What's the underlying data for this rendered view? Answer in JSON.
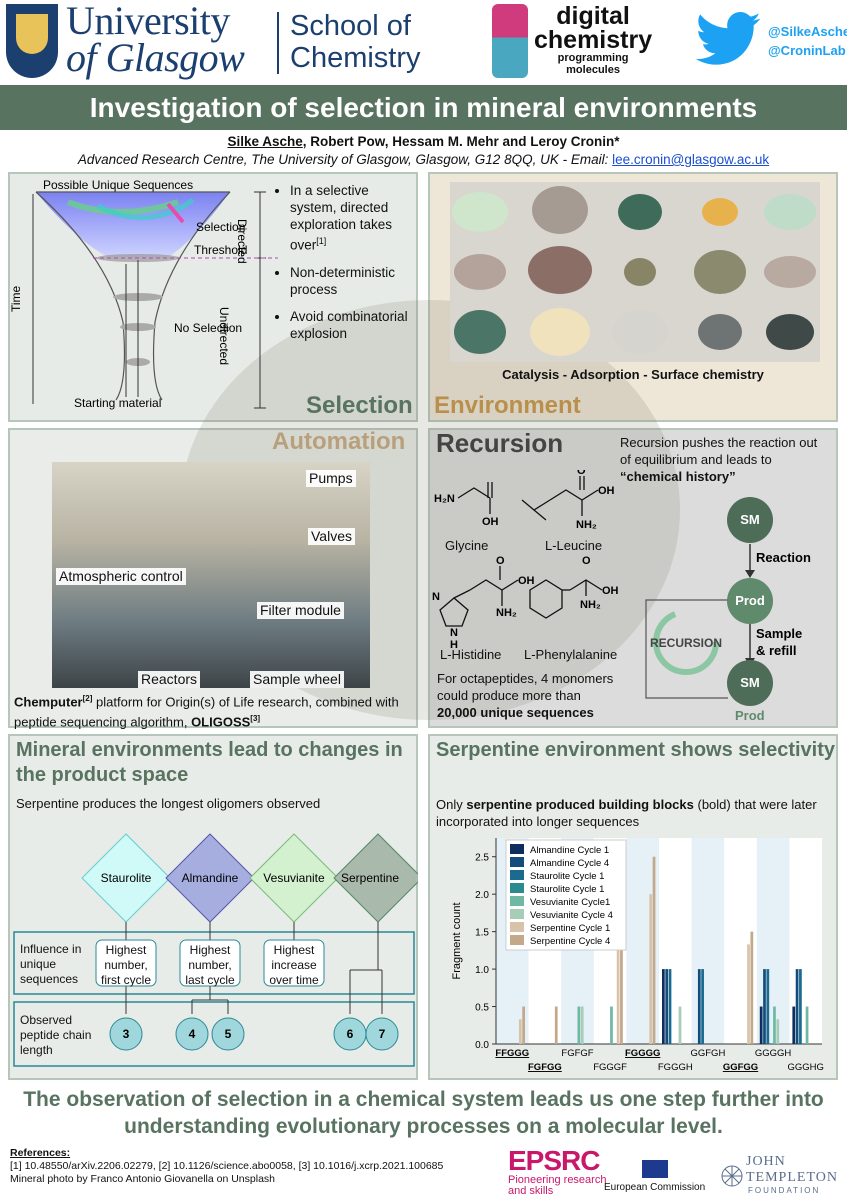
{
  "header": {
    "university_line1": "University",
    "university_line2": "of Glasgow",
    "school_line1": "School of",
    "school_line2": "Chemistry",
    "dc_line1": "digital",
    "dc_line2": "chemistry",
    "dc_line3": "programming",
    "dc_line4": "molecules",
    "twitter_1": "@SilkeAsche",
    "twitter_2": "@CroninLab"
  },
  "title": "Investigation of selection in mineral environments",
  "authors": {
    "first": "Silke Asche",
    "rest": ", Robert Pow, Hessam M. Mehr and Leroy Cronin*"
  },
  "affiliation": {
    "text": "Advanced Research Centre, The University of Glasgow, Glasgow, G12 8QQ, UK - Email: ",
    "email": "lee.cronin@glasgow.ac.uk"
  },
  "selection": {
    "funnel_top": "Possible Unique Sequences",
    "selection_label": "Selection",
    "threshold_label": "Threshold",
    "no_selection_label": "No Selection",
    "starting_material": "Starting material",
    "time_label": "Time",
    "directed": "Directed",
    "undirected": "Undirected",
    "bullet1": "In a selective system, directed exploration takes over",
    "bullet1_ref": "[1]",
    "bullet2": "Non-deterministic process",
    "bullet3": "Avoid combinatorial explosion",
    "heading": "Selection"
  },
  "environment": {
    "caption": "Catalysis - Adsorption - Surface chemistry",
    "heading": "Environment"
  },
  "automation": {
    "heading": "Automation",
    "labels": {
      "pumps": "Pumps",
      "valves": "Valves",
      "atmospheric": "Atmospheric  control",
      "filter": "Filter module",
      "reactors": "Reactors",
      "sample_wheel": "Sample  wheel"
    },
    "caption_a": "Chemputer",
    "caption_ref1": "[2]",
    "caption_b": " platform for Origin(s) of Life research, combined with peptide sequencing algorithm, ",
    "caption_c": "OLIGOSS",
    "caption_ref2": "[3]"
  },
  "recursion": {
    "heading": "Recursion",
    "text_a": "Recursion pushes the reaction out of equilibrium and leads to ",
    "text_b": "“chemical history”",
    "molecules": [
      "Glycine",
      "L-Leucine",
      "L-Histidine",
      "L-Phenylalanine"
    ],
    "bottom_a": "For octapeptides, 4 monomers could produce more than ",
    "bottom_b": "20,000 unique sequences",
    "sm": "SM",
    "prod": "Prod",
    "reaction": "Reaction",
    "sample": "Sample",
    "refill": "& refill",
    "recursion_label": "RECURSION",
    "prod_bottom": "Prod",
    "chem": {
      "h2n": "H₂N",
      "oh": "OH",
      "o": "O",
      "nh2": "NH₂",
      "n": "N",
      "h": "H"
    }
  },
  "mineral": {
    "heading": "Mineral environments lead to changes in the product space",
    "subheading": "Serpentine produces the longest oligomers observed",
    "minerals": [
      "Staurolite",
      "Almandine",
      "Vesuvianite",
      "Serpentine"
    ],
    "row1_label": "Influence in unique sequences",
    "row1_boxes": [
      "Highest number, first cycle",
      "Highest number, last cycle",
      "Highest increase over time"
    ],
    "row2_label": "Observed peptide chain length",
    "lengths": [
      "3",
      "4",
      "5",
      "6",
      "7"
    ]
  },
  "serpentine": {
    "heading": "Serpentine environment shows selectivity",
    "sub_a": "Only ",
    "sub_b": "serpentine produced building blocks",
    "sub_c": " (bold) that were later incorporated into longer sequences"
  },
  "chart_data": {
    "type": "bar",
    "categories": [
      "FFGGG",
      "FGFGG",
      "FGFGF",
      "FGGGF",
      "FGGGG",
      "FGGGH",
      "GGFGH",
      "GGFGG",
      "GGGGH",
      "GGGHG"
    ],
    "bold_categories": [
      "FFGGG",
      "FGFGG",
      "FGGGG",
      "GGFGG"
    ],
    "xlabel": "",
    "ylabel": "Fragment count",
    "ylim": [
      0,
      2.75
    ],
    "yticks": [
      "0.0",
      "0.5",
      "1.0",
      "1.5",
      "2.0",
      "2.5"
    ],
    "series": [
      {
        "name": "Almandine Cycle 1",
        "color": "#0d2d5e",
        "values": [
          0,
          0,
          0,
          0,
          0,
          1,
          0,
          0,
          0.5,
          0.5
        ]
      },
      {
        "name": "Almandine Cycle 4",
        "color": "#134d7c",
        "values": [
          0,
          0,
          0,
          0,
          0,
          1,
          1,
          0,
          1,
          1
        ]
      },
      {
        "name": "Staurolite Cycle 1",
        "color": "#1b6a8f",
        "values": [
          0,
          0,
          0,
          0,
          0,
          1,
          1,
          0,
          1,
          1
        ]
      },
      {
        "name": "Staurolite Cycle 1",
        "color": "#2b8a8e",
        "values": [
          0,
          0,
          0,
          0,
          0,
          0,
          0,
          0,
          0,
          0
        ]
      },
      {
        "name": "Vesuvianite Cycle1",
        "color": "#6fb8a3",
        "values": [
          0,
          0,
          0.5,
          0.5,
          0,
          0,
          0,
          0,
          0.5,
          0.5
        ]
      },
      {
        "name": "Vesuvianite Cycle 4",
        "color": "#a7cdb6",
        "values": [
          0,
          0,
          0.5,
          0,
          0,
          0.5,
          0,
          0,
          0.33,
          0
        ]
      },
      {
        "name": "Serpentine Cycle 1",
        "color": "#d8c3aa",
        "values": [
          0.33,
          0,
          0,
          2.33,
          2,
          0,
          0,
          1.33,
          0,
          0
        ]
      },
      {
        "name": "Serpentine Cycle 4",
        "color": "#c3a88a",
        "values": [
          0.5,
          0.5,
          0,
          2,
          2.5,
          0,
          0,
          1.5,
          0,
          0
        ]
      }
    ]
  },
  "conclusion": "The observation of selection in a chemical system leads us one step further into understanding evolutionary processes on a molecular level.",
  "references": {
    "title": "References:",
    "line1": "[1] 10.48550/arXiv.2206.02279, [2] 10.1126/science.abo0058, [3] 10.1016/j.xcrp.2021.100685",
    "line2": "Mineral photo by Franco Antonio Giovanella on Unsplash"
  },
  "funders": {
    "epsrc": "EPSRC",
    "epsrc_sub1": "Pioneering research",
    "epsrc_sub2": "and skills",
    "ec": "European Commission",
    "jt1": "JOHN",
    "jt2": "TEMPLETON",
    "jt3": "FOUNDATION"
  }
}
